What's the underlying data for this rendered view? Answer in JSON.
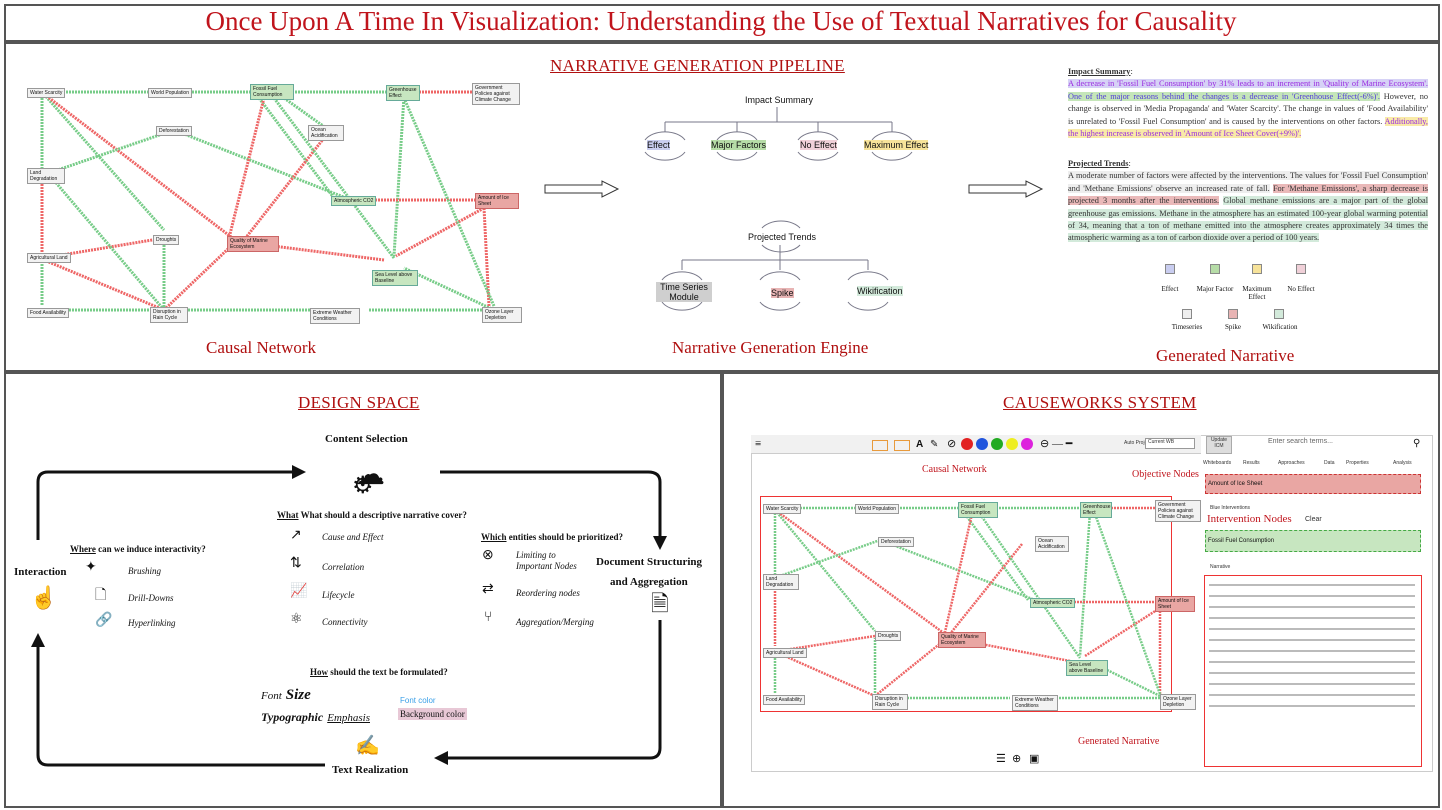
{
  "title": "Once Upon A Time In Visualization: Understanding the Use of Textual Narratives for Causality",
  "pipeline": {
    "heading": "NARRATIVE GENERATION PIPELINE",
    "cap_network": "Causal Network",
    "cap_engine": "Narrative Generation Engine",
    "cap_narrative": "Generated Narrative",
    "nodes": {
      "water": "Water Scarcity",
      "world": "World Population",
      "fossil": "Fossil Fuel Consumption",
      "ghg": "Greenhouse Effect",
      "gov": "Government Policies against Climate Change",
      "defor": "Deforestation",
      "ocean": "Ocean Acidification",
      "landdeg": "Land Degradation",
      "co2": "Atmospheric CO2",
      "ice": "Amount of Ice Sheet",
      "drought": "Droughts",
      "marine": "Quality of Marine Ecosystem",
      "agri": "Agricultural Land",
      "sea": "Sea Level above Baseline",
      "food": "Food Availability",
      "rain": "Disruption in Rain Cycle",
      "weather": "Extreme Weather Conditions",
      "ozone": "Ozone Layer Depletion"
    },
    "tree1": {
      "root": "Impact Summary",
      "children": [
        "Effect",
        "Major Factors",
        "No Effect",
        "Maximum Effect"
      ]
    },
    "tree2": {
      "root": "Projected Trends",
      "children": [
        "Time Series Module",
        "Spike",
        "Wikification"
      ]
    },
    "narrative": {
      "h1": "Impact Summary",
      "p1a": "A decrease in 'Fossil Fuel Consumption' by 31% leads to an increment in 'Quality of Marine Ecosystem'.",
      "p1b": "One of the major reasons behind the changes is a decrease in 'Greenhouse Effect(-6%)'.",
      "p1c": "However, no change is observed in 'Media Propaganda' and 'Water Scarcity'. The change in values of 'Food Availability' is unrelated to 'Fossil Fuel Consumption' and is caused by the interventions on other factors.",
      "p1d": "Additionally, the highest increase is observed in 'Amount of Ice Sheet Cover(+9%)'.",
      "h2": "Projected Trends",
      "p2a": "A moderate number of factors were affected by the interventions. The values for 'Fossil Fuel Consumption' and 'Methane Emissions' observe an increased rate of fall.",
      "p2b": "For 'Methane Emissions', a sharp decrease is projected 3 months after the interventions.",
      "p2c": "Global methane emissions are a major part of the global greenhouse gas emissions. Methane in the atmosphere has an estimated 100-year global warming potential of 34, meaning that a ton of methane emitted into the atmosphere creates approximately 34 times the atmospheric warming as a ton of carbon dioxide over a period of 100 years."
    },
    "legend": [
      {
        "label": "Effect",
        "color": "#c9cdf0"
      },
      {
        "label": "Major Factor",
        "color": "#b6dca7"
      },
      {
        "label": "Maximum Effect",
        "color": "#f7e39a"
      },
      {
        "label": "No Effect",
        "color": "#f0d0d8"
      },
      {
        "label": "Timeseries",
        "color": "#eeeeee"
      },
      {
        "label": "Spike",
        "color": "#e8b4b4"
      },
      {
        "label": "Wikification",
        "color": "#d3eadb"
      }
    ]
  },
  "design": {
    "heading": "DESIGN SPACE",
    "content_selection": "Content Selection",
    "doc_struct_1": "Document Structuring",
    "doc_struct_2": "and Aggregation",
    "interaction": "Interaction",
    "text_realization": "Text Realization",
    "q_what": "What should a descriptive narrative cover?",
    "q_what_u": "What",
    "q_where": "can we induce interactivity?",
    "q_where_u": "Where",
    "q_which": "entities should be prioritized?",
    "q_which_u": "Which",
    "q_how": "should the text be formulated?",
    "q_how_u": "How",
    "what_items": [
      "Cause and Effect",
      "Correlation",
      "Lifecycle",
      "Connectivity"
    ],
    "where_items": [
      "Brushing",
      "Drill-Downs",
      "Hyperlinking"
    ],
    "which_items": [
      "Limiting to Important Nodes",
      "Reordering nodes",
      "Aggregation/Merging"
    ],
    "font": "Font",
    "size": "Size",
    "typographic": "Typographic",
    "emphasis": "Emphasis",
    "font_color": "Font color",
    "bg_color": "Background color"
  },
  "causeworks": {
    "heading": "CAUSEWORKS SYSTEM",
    "ann_network": "Causal Network",
    "ann_objective": "Objective Nodes",
    "ann_intervention": "Intervention Nodes",
    "ann_generated": "Generated Narrative",
    "toolbar": {
      "update": "Update ICM",
      "search_placeholder": "Enter search terms...",
      "auto": "Auto Project",
      "current": "Current WB"
    },
    "tabs": [
      "Whiteboards",
      "Results",
      "Approaches",
      "Data",
      "Properties",
      "Analysis"
    ],
    "amount_ice": "Amount of Ice Sheet",
    "blue_int": "Blue Interventions",
    "clear": "Clear",
    "fossil": "Fossil Fuel Consumption",
    "narrative_label": "Narrative",
    "palette": [
      "#e22222",
      "#2255dd",
      "#22aa22",
      "#eeee22",
      "#dd22dd"
    ]
  }
}
